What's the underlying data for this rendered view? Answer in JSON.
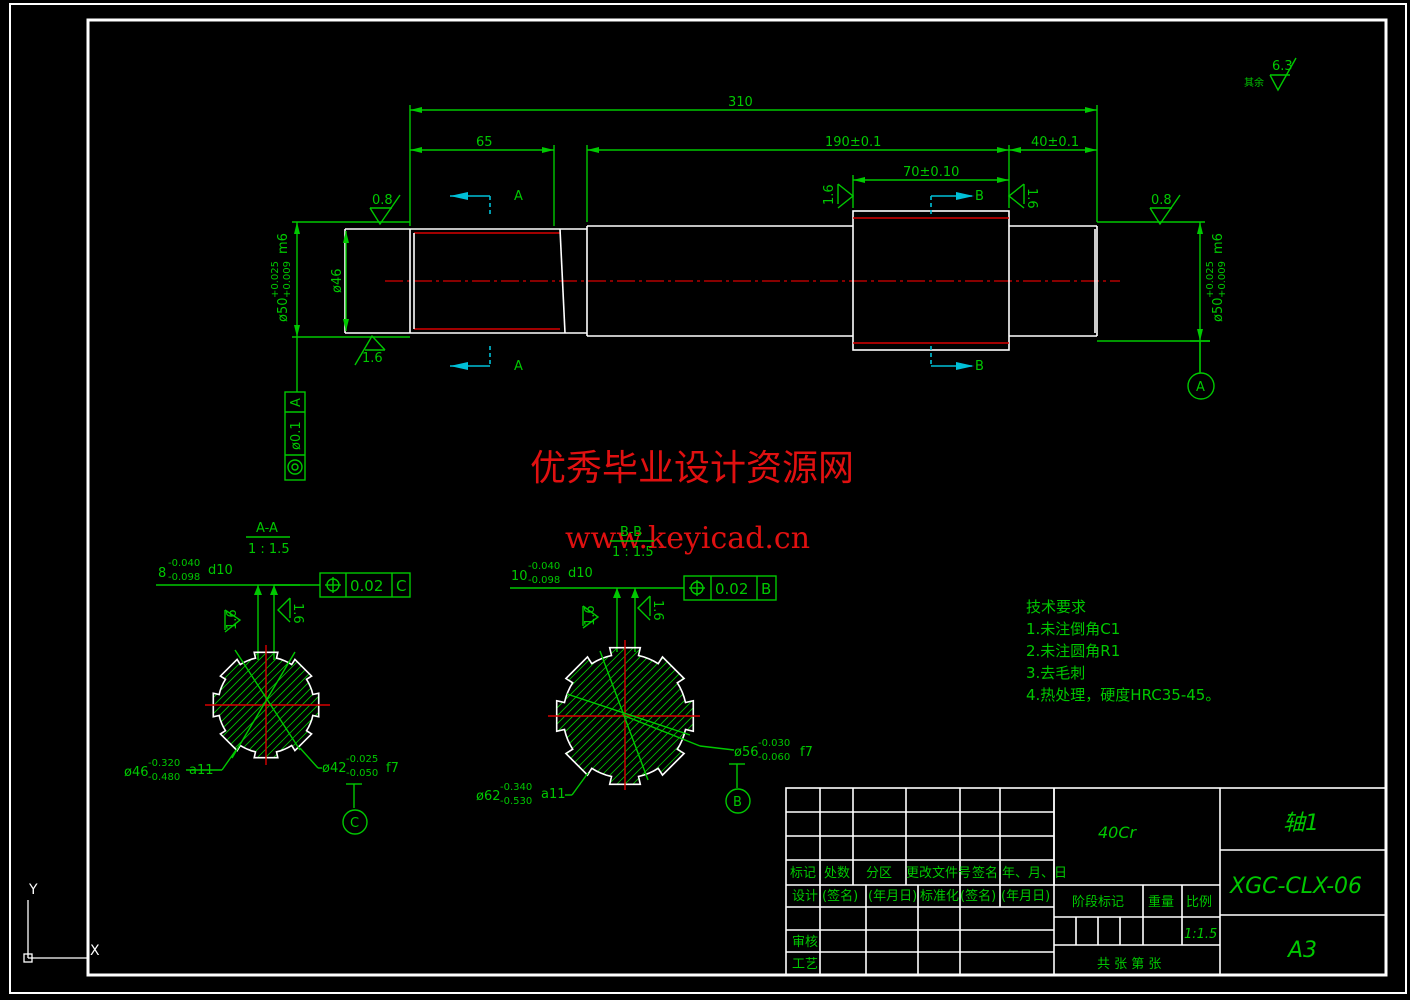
{
  "drawing": {
    "roughness_note": {
      "label": "其余",
      "value": "6.3"
    },
    "dims": {
      "total": "310",
      "left": "65",
      "mid": "190±0.1",
      "right": "40±0.1",
      "key": "70±0.10"
    },
    "roughness": {
      "r08_left": "0.8",
      "r08_right": "0.8",
      "r16_a": "1.6",
      "r16_b": "1.6",
      "r16_c": "1.6"
    },
    "diameters": {
      "left_fit": "ø50",
      "left_fit_upper": "+0.025",
      "left_fit_lower": "+0.009",
      "left_fit_class": "m6",
      "d46": "ø46",
      "right_fit": "ø50",
      "right_fit_upper": "+0.025",
      "right_fit_lower": "+0.009",
      "right_fit_class": "m6"
    },
    "section_marks": {
      "a_top": "A",
      "a_bottom": "A",
      "b_top": "B",
      "b_bottom": "B"
    },
    "datum_a": "A",
    "concentricity": {
      "tol": "ø0.1",
      "datum": "A"
    },
    "watermark": {
      "title": "优秀毕业设计资源网",
      "url": "www.keyicad.cn"
    },
    "section_aa": {
      "title": "A-A",
      "scale": "1 : 1.5",
      "width_dim": "8",
      "width_upper": "-0.040",
      "width_lower": "-0.098",
      "width_class": "d10",
      "sym_tol": "0.02",
      "sym_datum": "C",
      "r_left": "1.6",
      "r_right": "1.6",
      "major_dim": "ø46",
      "major_upper": "-0.320",
      "major_lower": "-0.480",
      "major_class": "a11",
      "minor_dim": "ø42",
      "minor_upper": "-0.025",
      "minor_lower": "-0.050",
      "minor_class": "f7",
      "datum": "C"
    },
    "section_bb": {
      "title": "B-B",
      "scale": "1 : 1.5",
      "width_dim": "10",
      "width_upper": "-0.040",
      "width_lower": "-0.098",
      "width_class": "d10",
      "sym_tol": "0.02",
      "sym_datum": "B",
      "r_left": "1.6",
      "r_right": "1.6",
      "major_dim": "ø62",
      "major_upper": "-0.340",
      "major_lower": "-0.530",
      "major_class": "a11",
      "minor_dim": "ø56",
      "minor_upper": "-0.030",
      "minor_lower": "-0.060",
      "minor_class": "f7",
      "datum": "B"
    },
    "tech_req": {
      "title": "技术要求",
      "items": [
        "1.未注倒角C1",
        "2.未注圆角R1",
        "3.去毛刺",
        "4.热处理，硬度HRC35-45。"
      ]
    },
    "title_block": {
      "material": "40Cr",
      "part_name": "轴1",
      "drawing_no": "XGC-CLX-06",
      "sheet_size": "A3",
      "row_labels": [
        "标记",
        "处数",
        "分区",
        "更改文件号",
        "签名",
        "年、月、日"
      ],
      "design_row": [
        "设计",
        "(签名)",
        "(年月日)",
        "标准化",
        "(签名)",
        "(年月日)"
      ],
      "stage_label": "阶段标记",
      "weight_label": "重量",
      "scale_label": "比例",
      "scale_value": "1:1.5",
      "review_label": "审核",
      "process_label": "工艺",
      "sheets_label": "共  张  第  张"
    },
    "ucs": {
      "y": "Y",
      "x": "X"
    }
  }
}
